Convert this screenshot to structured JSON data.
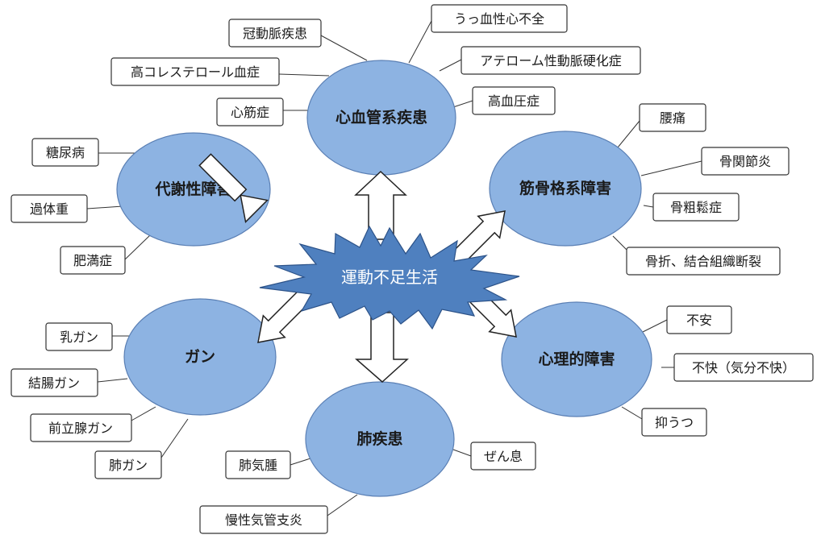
{
  "center": {
    "label": "運動不足生活",
    "color": "#4f80bf"
  },
  "categories": [
    {
      "id": "cardio",
      "label": "心血管系疾患"
    },
    {
      "id": "metabolic",
      "label": "代謝性障害"
    },
    {
      "id": "musculo",
      "label": "筋骨格系障害"
    },
    {
      "id": "cancer",
      "label": "ガン"
    },
    {
      "id": "psych",
      "label": "心理的障害"
    },
    {
      "id": "lung",
      "label": "肺疾患"
    }
  ],
  "boxes": [
    {
      "cat": "cardio",
      "label": "冠動脈疾患"
    },
    {
      "cat": "cardio",
      "label": "うっ血性心不全"
    },
    {
      "cat": "cardio",
      "label": "高コレステロール血症"
    },
    {
      "cat": "cardio",
      "label": "アテローム性動脈硬化症"
    },
    {
      "cat": "cardio",
      "label": "心筋症"
    },
    {
      "cat": "cardio",
      "label": "高血圧症"
    },
    {
      "cat": "metabolic",
      "label": "糖尿病"
    },
    {
      "cat": "metabolic",
      "label": "過体重"
    },
    {
      "cat": "metabolic",
      "label": "肥満症"
    },
    {
      "cat": "musculo",
      "label": "腰痛"
    },
    {
      "cat": "musculo",
      "label": "骨関節炎"
    },
    {
      "cat": "musculo",
      "label": "骨粗鬆症"
    },
    {
      "cat": "musculo",
      "label": "骨折、結合組織断裂"
    },
    {
      "cat": "cancer",
      "label": "乳ガン"
    },
    {
      "cat": "cancer",
      "label": "結腸ガン"
    },
    {
      "cat": "cancer",
      "label": "前立腺ガン"
    },
    {
      "cat": "cancer",
      "label": "肺ガン"
    },
    {
      "cat": "psych",
      "label": "不安"
    },
    {
      "cat": "psych",
      "label": "不快（気分不快）"
    },
    {
      "cat": "psych",
      "label": "抑うつ"
    },
    {
      "cat": "lung",
      "label": "肺気腫"
    },
    {
      "cat": "lung",
      "label": "ぜん息"
    },
    {
      "cat": "lung",
      "label": "慢性気管支炎"
    }
  ],
  "colors": {
    "node_fill": "#8db3e2",
    "burst_fill": "#4f80bf",
    "arrow_fill": "#ffffff"
  }
}
